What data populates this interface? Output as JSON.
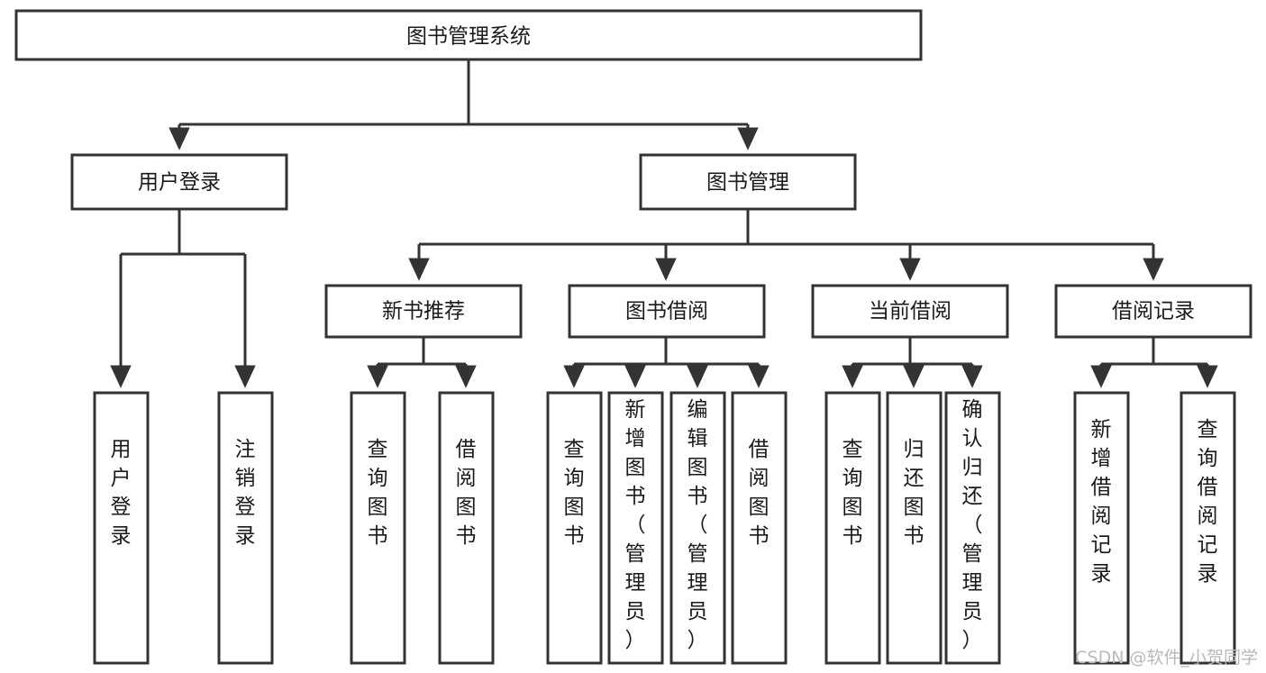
{
  "diagram": {
    "title_node": {
      "label": "图书管理系统"
    },
    "level2": [
      {
        "id": "user-login",
        "label": "用户登录"
      },
      {
        "id": "book-management",
        "label": "图书管理"
      }
    ],
    "level3": [
      {
        "id": "new-book-recommend",
        "label": "新书推荐"
      },
      {
        "id": "book-borrow",
        "label": "图书借阅"
      },
      {
        "id": "current-borrow",
        "label": "当前借阅"
      },
      {
        "id": "borrow-record",
        "label": "借阅记录"
      }
    ],
    "leaves": {
      "user_login": [
        {
          "id": "leaf-user-login",
          "label": "用户登录"
        },
        {
          "id": "leaf-logout-login",
          "label": "注销登录"
        }
      ],
      "new_book_recommend": [
        {
          "id": "leaf-query-book-1",
          "label": "查询图书"
        },
        {
          "id": "leaf-borrow-book-1",
          "label": "借阅图书"
        }
      ],
      "book_borrow": [
        {
          "id": "leaf-query-book-2",
          "label": "查询图书"
        },
        {
          "id": "leaf-add-book",
          "label": "新增图书（管理员）"
        },
        {
          "id": "leaf-edit-book",
          "label": "编辑图书（管理员）"
        },
        {
          "id": "leaf-borrow-book-2",
          "label": "借阅图书"
        }
      ],
      "current_borrow": [
        {
          "id": "leaf-query-book-3",
          "label": "查询图书"
        },
        {
          "id": "leaf-return-book",
          "label": "归还图书"
        },
        {
          "id": "leaf-confirm-return",
          "label": "确认归还（管理员）"
        }
      ],
      "borrow_record": [
        {
          "id": "leaf-add-record",
          "label": "新增借阅记录"
        },
        {
          "id": "leaf-query-record",
          "label": "查询借阅记录"
        }
      ]
    },
    "watermark": "CSDN @软件_小贺同学",
    "colors": {
      "stroke": "#333333",
      "fill": "#ffffff",
      "text": "#1a1a1a",
      "watermark": "#b9b9b9"
    }
  }
}
